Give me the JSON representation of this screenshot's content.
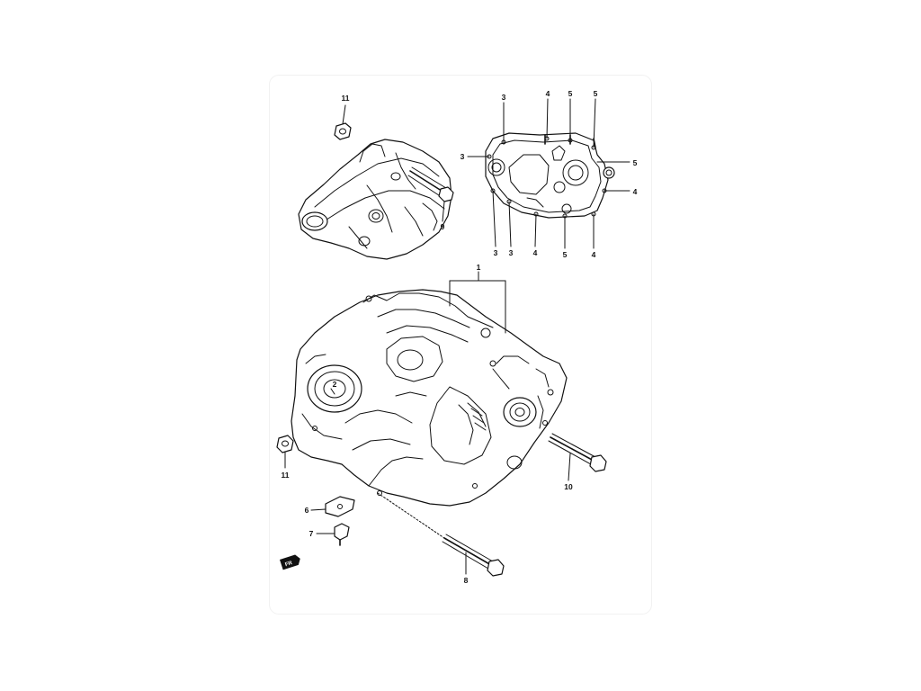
{
  "diagram": {
    "callouts": {
      "c11_top": "11",
      "c9": "9",
      "c3_a": "3",
      "c4_a": "4",
      "c5_a": "5",
      "c5_b": "5",
      "c3_left": "3",
      "c5_right": "5",
      "c4_right": "4",
      "c3_b": "3",
      "c3_c": "3",
      "c4_b": "4",
      "c5_c": "5",
      "c4_c": "4",
      "c1": "1",
      "c2": "2",
      "c11_bottom": "11",
      "c10": "10",
      "c6": "6",
      "c7": "7",
      "c8": "8"
    },
    "direction_badge": "FR"
  }
}
